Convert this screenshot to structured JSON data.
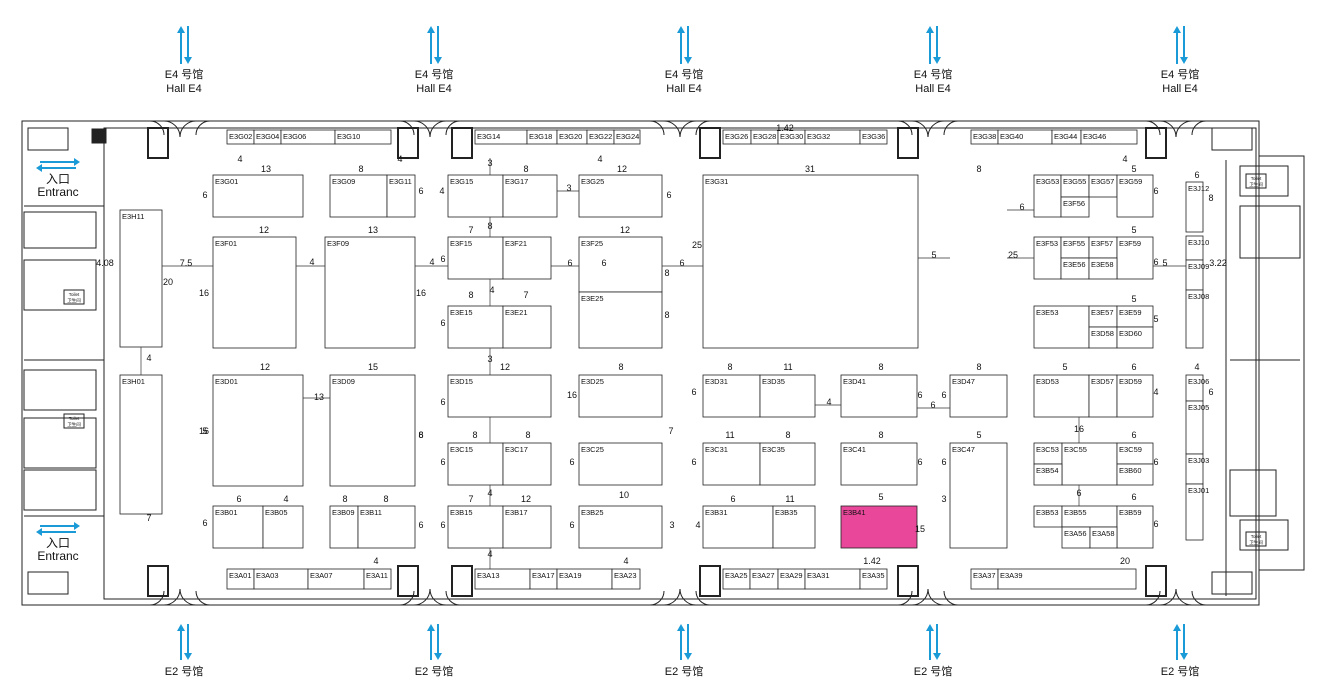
{
  "colors": {
    "arrow": "#1a9ad6",
    "highlight": "#e8479a",
    "line": "#222222"
  },
  "hall_labels": {
    "top_cn": "E4 号馆",
    "top_en": "Hall E4",
    "bottom_cn": "E2 号馆"
  },
  "entrance": {
    "cn": "入口",
    "en": "Entranc"
  },
  "toilet": {
    "en": "Toilet",
    "cn": "卫生间"
  },
  "booths": [
    {
      "id": "E3G02",
      "dim": ""
    },
    {
      "id": "E3G04",
      "dim": ""
    },
    {
      "id": "E3G06",
      "dim": ""
    },
    {
      "id": "E3G10",
      "dim": ""
    },
    {
      "id": "E3G14",
      "dim": ""
    },
    {
      "id": "E3G18",
      "dim": ""
    },
    {
      "id": "E3G20",
      "dim": ""
    },
    {
      "id": "E3G22",
      "dim": ""
    },
    {
      "id": "E3G24",
      "dim": ""
    },
    {
      "id": "E3G26",
      "dim": ""
    },
    {
      "id": "E3G28",
      "dim": ""
    },
    {
      "id": "E3G30",
      "dim": ""
    },
    {
      "id": "E3G32",
      "dim": ""
    },
    {
      "id": "E3G36",
      "dim": ""
    },
    {
      "id": "E3G38",
      "dim": ""
    },
    {
      "id": "E3G40",
      "dim": ""
    },
    {
      "id": "E3G44",
      "dim": ""
    },
    {
      "id": "E3G46",
      "dim": ""
    },
    {
      "id": "E3G01",
      "dim": ""
    },
    {
      "id": "E3G09",
      "dim": ""
    },
    {
      "id": "E3G11",
      "dim": ""
    },
    {
      "id": "E3G15",
      "dim": ""
    },
    {
      "id": "E3G17",
      "dim": ""
    },
    {
      "id": "E3G25",
      "dim": ""
    },
    {
      "id": "E3G31",
      "dim": ""
    },
    {
      "id": "E3G53",
      "dim": ""
    },
    {
      "id": "E3G55",
      "dim": ""
    },
    {
      "id": "E3G57",
      "dim": ""
    },
    {
      "id": "E3G59",
      "dim": ""
    },
    {
      "id": "E3F56",
      "dim": ""
    },
    {
      "id": "E3J12",
      "dim": ""
    },
    {
      "id": "E3H11",
      "dim": ""
    },
    {
      "id": "E3F01",
      "dim": ""
    },
    {
      "id": "E3F09",
      "dim": ""
    },
    {
      "id": "E3F15",
      "dim": ""
    },
    {
      "id": "E3F21",
      "dim": ""
    },
    {
      "id": "E3F25",
      "dim": ""
    },
    {
      "id": "E3E25",
      "dim": ""
    },
    {
      "id": "E3F53",
      "dim": ""
    },
    {
      "id": "E3F55",
      "dim": ""
    },
    {
      "id": "E3F57",
      "dim": ""
    },
    {
      "id": "E3F59",
      "dim": ""
    },
    {
      "id": "E3E56",
      "dim": ""
    },
    {
      "id": "E3E58",
      "dim": ""
    },
    {
      "id": "E3J10",
      "dim": ""
    },
    {
      "id": "E3J09",
      "dim": ""
    },
    {
      "id": "E3J08",
      "dim": ""
    },
    {
      "id": "E3E15",
      "dim": ""
    },
    {
      "id": "E3E21",
      "dim": ""
    },
    {
      "id": "E3E53",
      "dim": ""
    },
    {
      "id": "E3E57",
      "dim": ""
    },
    {
      "id": "E3E59",
      "dim": ""
    },
    {
      "id": "E3D58",
      "dim": ""
    },
    {
      "id": "E3D60",
      "dim": ""
    },
    {
      "id": "E3H01",
      "dim": ""
    },
    {
      "id": "E3D01",
      "dim": ""
    },
    {
      "id": "E3D09",
      "dim": ""
    },
    {
      "id": "E3D15",
      "dim": ""
    },
    {
      "id": "E3D25",
      "dim": ""
    },
    {
      "id": "E3D31",
      "dim": ""
    },
    {
      "id": "E3D35",
      "dim": ""
    },
    {
      "id": "E3D41",
      "dim": ""
    },
    {
      "id": "E3D47",
      "dim": ""
    },
    {
      "id": "E3D53",
      "dim": ""
    },
    {
      "id": "E3D57",
      "dim": ""
    },
    {
      "id": "E3D59",
      "dim": ""
    },
    {
      "id": "E3J06",
      "dim": ""
    },
    {
      "id": "E3J05",
      "dim": ""
    },
    {
      "id": "E3C15",
      "dim": ""
    },
    {
      "id": "E3C17",
      "dim": ""
    },
    {
      "id": "E3C25",
      "dim": ""
    },
    {
      "id": "E3C31",
      "dim": ""
    },
    {
      "id": "E3C35",
      "dim": ""
    },
    {
      "id": "E3C41",
      "dim": ""
    },
    {
      "id": "E3C47",
      "dim": ""
    },
    {
      "id": "E3C53",
      "dim": ""
    },
    {
      "id": "E3C55",
      "dim": ""
    },
    {
      "id": "E3C59",
      "dim": ""
    },
    {
      "id": "E3B54",
      "dim": ""
    },
    {
      "id": "E3B60",
      "dim": ""
    },
    {
      "id": "E3J03",
      "dim": ""
    },
    {
      "id": "E3J01",
      "dim": ""
    },
    {
      "id": "E3B01",
      "dim": ""
    },
    {
      "id": "E3B05",
      "dim": ""
    },
    {
      "id": "E3B09",
      "dim": ""
    },
    {
      "id": "E3B11",
      "dim": ""
    },
    {
      "id": "E3B15",
      "dim": ""
    },
    {
      "id": "E3B17",
      "dim": ""
    },
    {
      "id": "E3B25",
      "dim": ""
    },
    {
      "id": "E3B31",
      "dim": ""
    },
    {
      "id": "E3B35",
      "dim": ""
    },
    {
      "id": "E3B41",
      "dim": ""
    },
    {
      "id": "E3B53",
      "dim": ""
    },
    {
      "id": "E3B55",
      "dim": ""
    },
    {
      "id": "E3B59",
      "dim": ""
    },
    {
      "id": "E3A56",
      "dim": ""
    },
    {
      "id": "E3A58",
      "dim": ""
    },
    {
      "id": "E3A01",
      "dim": ""
    },
    {
      "id": "E3A03",
      "dim": ""
    },
    {
      "id": "E3A07",
      "dim": ""
    },
    {
      "id": "E3A11",
      "dim": ""
    },
    {
      "id": "E3A13",
      "dim": ""
    },
    {
      "id": "E3A17",
      "dim": ""
    },
    {
      "id": "E3A19",
      "dim": ""
    },
    {
      "id": "E3A23",
      "dim": ""
    },
    {
      "id": "E3A25",
      "dim": ""
    },
    {
      "id": "E3A27",
      "dim": ""
    },
    {
      "id": "E3A29",
      "dim": ""
    },
    {
      "id": "E3A31",
      "dim": ""
    },
    {
      "id": "E3A35",
      "dim": ""
    },
    {
      "id": "E3A37",
      "dim": ""
    },
    {
      "id": "E3A39",
      "dim": ""
    }
  ],
  "dims": [
    "4",
    "4",
    "4",
    "4",
    "1.42",
    "13",
    "8",
    "6",
    "3",
    "8",
    "12",
    "31",
    "8",
    "5",
    "3",
    "8",
    "6",
    "4",
    "6",
    "6",
    "6",
    "6",
    "6",
    "6",
    "6",
    "12",
    "13",
    "8",
    "7",
    "12",
    "4",
    "4",
    "5",
    "6",
    "6",
    "5",
    "25",
    "25",
    "8",
    "5",
    "5",
    "3.22",
    "4.08",
    "7.5",
    "20",
    "16",
    "16",
    "8",
    "7",
    "4",
    "8",
    "5",
    "6",
    "6",
    "3",
    "4",
    "13",
    "12",
    "15",
    "12",
    "8",
    "8",
    "11",
    "8",
    "8",
    "5",
    "6",
    "4",
    "6",
    "6",
    "4",
    "5",
    "6",
    "6",
    "6",
    "6",
    "4",
    "16",
    "16",
    "16",
    "8",
    "7",
    "8",
    "8",
    "11",
    "8",
    "8",
    "5",
    "6",
    "6",
    "6",
    "6",
    "6",
    "6",
    "6",
    "6",
    "15",
    "3",
    "4",
    "7",
    "6",
    "4",
    "8",
    "8",
    "7",
    "12",
    "10",
    "6",
    "11",
    "5",
    "6",
    "6",
    "6",
    "6",
    "6",
    "6",
    "3",
    "4",
    "4",
    "4",
    "4",
    "1.42",
    "20"
  ]
}
